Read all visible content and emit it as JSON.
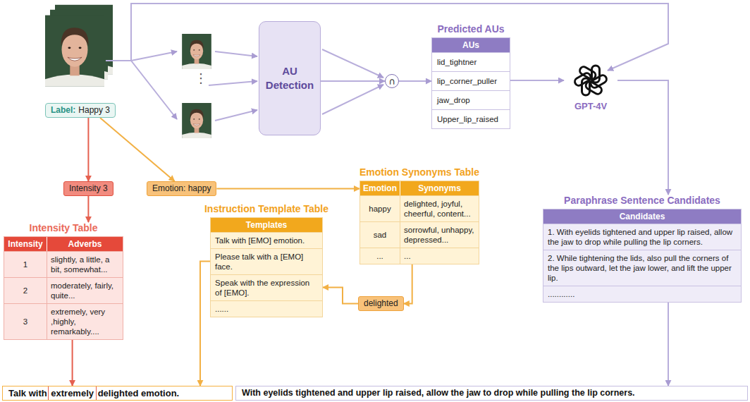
{
  "diagram": {
    "nodes": [
      {
        "text": [
          "Label:",
          "Happy 3"
        ]
      },
      {
        "text": [
          "AU Detection"
        ]
      },
      {
        "text": [
          "∩"
        ]
      },
      {
        "text": [
          "Predicted AUs",
          "AUs",
          "lid_tightner",
          "lip_corner_puller",
          "jaw_drop",
          "Upper_lip_raised"
        ]
      },
      {
        "text": [
          "GPT-4V"
        ]
      },
      {
        "text": [
          "Paraphrase Sentence Candidates",
          "Candidates",
          "1. With eyelids tightened and upper lip raised, allow the jaw to drop while pulling the lip corners.",
          "2. While tightening the lids, also pull the corners of the lips outward, let the jaw lower, and lift the upper lip.",
          "............"
        ]
      },
      {
        "text": [
          "Intensity 3"
        ]
      },
      {
        "text": [
          "Emotion: happy"
        ]
      },
      {
        "text": [
          "Intensity Table",
          "Intensity",
          "Adverbs",
          "1",
          "slightly, a little, a bit, somewhat...",
          "2",
          "moderately, fairly, quite...",
          "3",
          "extremely, very ,highly, remarkably...."
        ]
      },
      {
        "text": [
          "Instruction Template Table",
          "Templates",
          "Talk with [EMO] emotion.",
          "Please talk with a [EMO] face.",
          "Speak with the expression of [EMO].",
          "......"
        ]
      },
      {
        "text": [
          "Emotion Synonyms Table",
          "Emotion",
          "Synonyms",
          "happy",
          "delighted, joyful, cheerful, content...",
          "sad",
          "sorrowful, unhappy, depressed...",
          "...",
          "..."
        ]
      },
      {
        "text": [
          "delighted"
        ]
      },
      {
        "text": [
          "Talk with",
          "extremely",
          "delighted emotion."
        ]
      },
      {
        "text": [
          "With eyelids tightened and upper lip raised, allow the jaw to drop while pulling the lip corners."
        ]
      }
    ],
    "edges": [
      {
        "from": 1,
        "to": 2,
        "arrow": "to"
      },
      {
        "from": 2,
        "to": 3,
        "arrow": "to"
      },
      {
        "from": 3,
        "to": 4,
        "arrow": "to"
      },
      {
        "from": 4,
        "to": 5,
        "arrow": "to"
      },
      {
        "from": 5,
        "to": 13,
        "arrow": "to"
      },
      {
        "from": 0,
        "to": 6,
        "arrow": "to"
      },
      {
        "from": 0,
        "to": 7,
        "arrow": "to"
      },
      {
        "from": 6,
        "to": 8,
        "arrow": "to"
      },
      {
        "from": 8,
        "to": 12,
        "arrow": "to"
      },
      {
        "from": 7,
        "to": 10,
        "arrow": "to"
      },
      {
        "from": 10,
        "to": 11,
        "arrow": "to"
      },
      {
        "from": 11,
        "to": 9,
        "arrow": "to"
      },
      {
        "from": 9,
        "to": 12,
        "arrow": "to"
      }
    ],
    "labels": [
      "⋮"
    ]
  }
}
